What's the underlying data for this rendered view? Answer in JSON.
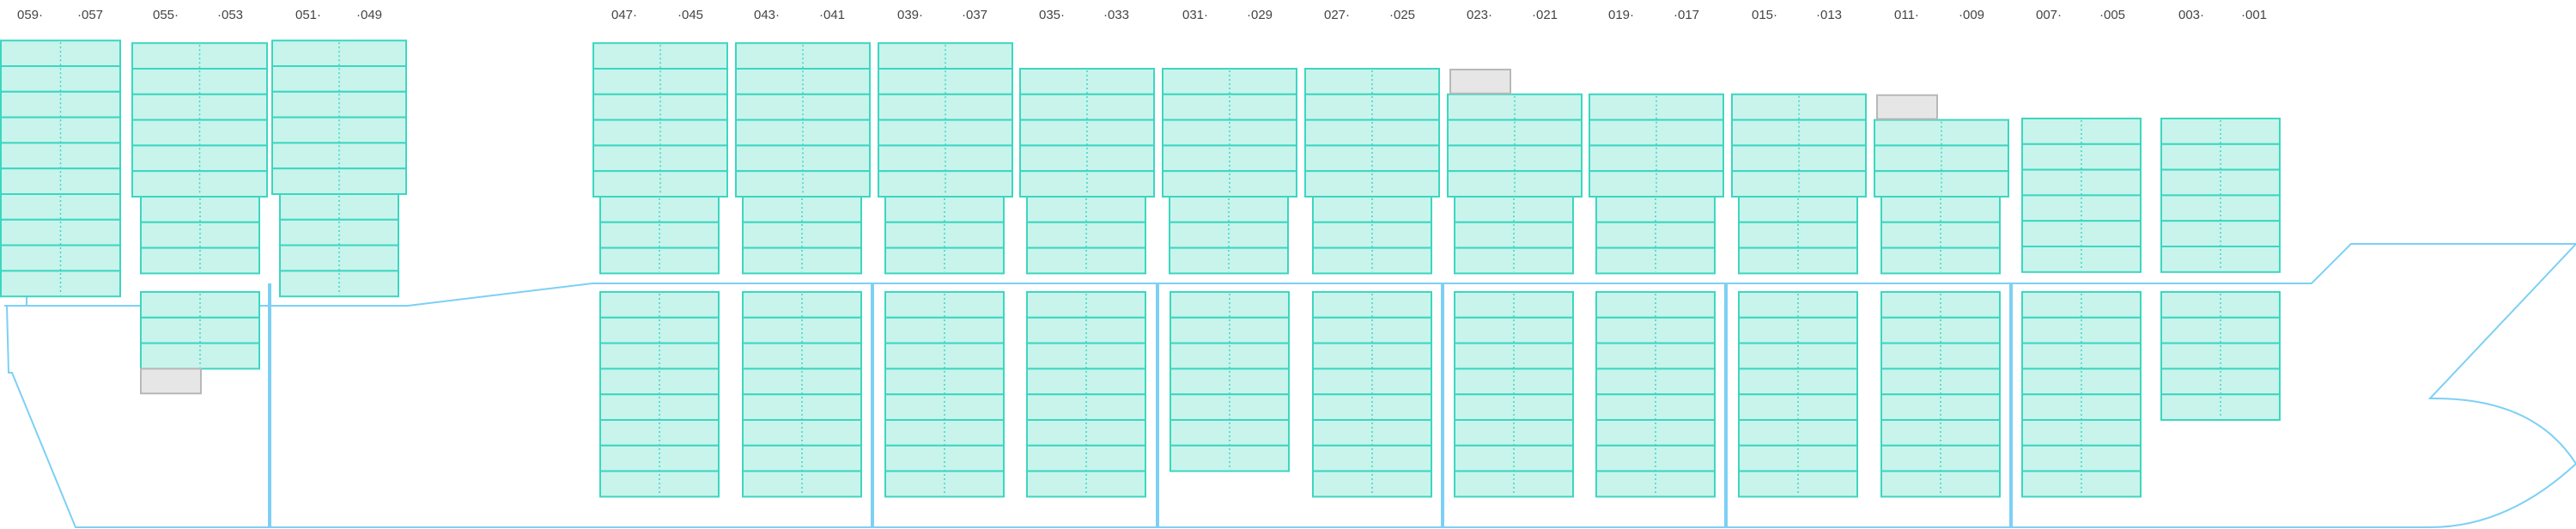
{
  "title": "Vessel bay plan profile",
  "colors": {
    "cell_fill": "#c8f4ec",
    "cell_border": "#3dd6c0",
    "hull": "#7dd0f5",
    "blocked": "#e6e6e7"
  },
  "bays": [
    {
      "labels": [
        "059·",
        "·057"
      ],
      "upper_rows": 6,
      "lower_rows": 4,
      "hold_rows": 0,
      "blocked_top": false,
      "blocked_bottom": false
    },
    {
      "labels": [
        "055·",
        "·053"
      ],
      "upper_rows": 6,
      "lower_rows": 3,
      "hold_rows": 3,
      "blocked_top": false,
      "blocked_bottom": true
    },
    {
      "labels": [
        "051·",
        "·049"
      ],
      "upper_rows": 6,
      "lower_rows": 4,
      "hold_rows": 0,
      "blocked_top": false,
      "blocked_bottom": false
    },
    {
      "labels": [
        "047·",
        "·045"
      ],
      "upper_rows": 6,
      "lower_rows": 3,
      "hold_rows": 8,
      "blocked_top": false,
      "blocked_bottom": false
    },
    {
      "labels": [
        "043·",
        "·041"
      ],
      "upper_rows": 6,
      "lower_rows": 3,
      "hold_rows": 8,
      "blocked_top": false,
      "blocked_bottom": false
    },
    {
      "labels": [
        "039·",
        "·037"
      ],
      "upper_rows": 6,
      "lower_rows": 3,
      "hold_rows": 8,
      "blocked_top": false,
      "blocked_bottom": false
    },
    {
      "labels": [
        "035·",
        "·033"
      ],
      "upper_rows": 5,
      "lower_rows": 3,
      "hold_rows": 8,
      "blocked_top": false,
      "blocked_bottom": false
    },
    {
      "labels": [
        "031·",
        "·029"
      ],
      "upper_rows": 5,
      "lower_rows": 3,
      "hold_rows": 7,
      "blocked_top": false,
      "blocked_bottom": false
    },
    {
      "labels": [
        "027·",
        "·025"
      ],
      "upper_rows": 5,
      "lower_rows": 3,
      "hold_rows": 8,
      "blocked_top": false,
      "blocked_bottom": false
    },
    {
      "labels": [
        "023·",
        "·021"
      ],
      "upper_rows": 4,
      "lower_rows": 3,
      "hold_rows": 8,
      "blocked_top": true,
      "blocked_bottom": false
    },
    {
      "labels": [
        "019·",
        "·017"
      ],
      "upper_rows": 4,
      "lower_rows": 3,
      "hold_rows": 8,
      "blocked_top": false,
      "blocked_bottom": false
    },
    {
      "labels": [
        "015·",
        "·013"
      ],
      "upper_rows": 4,
      "lower_rows": 3,
      "hold_rows": 8,
      "blocked_top": false,
      "blocked_bottom": false
    },
    {
      "labels": [
        "011·",
        "·009"
      ],
      "upper_rows": 3,
      "lower_rows": 3,
      "hold_rows": 8,
      "blocked_top": true,
      "blocked_bottom": false
    },
    {
      "labels": [
        "007·",
        "·005"
      ],
      "upper_rows": 0,
      "lower_rows": 6,
      "hold_rows": 8,
      "blocked_top": false,
      "blocked_bottom": false
    },
    {
      "labels": [
        "003·",
        "·001"
      ],
      "upper_rows": 0,
      "lower_rows": 6,
      "hold_rows": 5,
      "blocked_top": false,
      "blocked_bottom": false
    }
  ]
}
